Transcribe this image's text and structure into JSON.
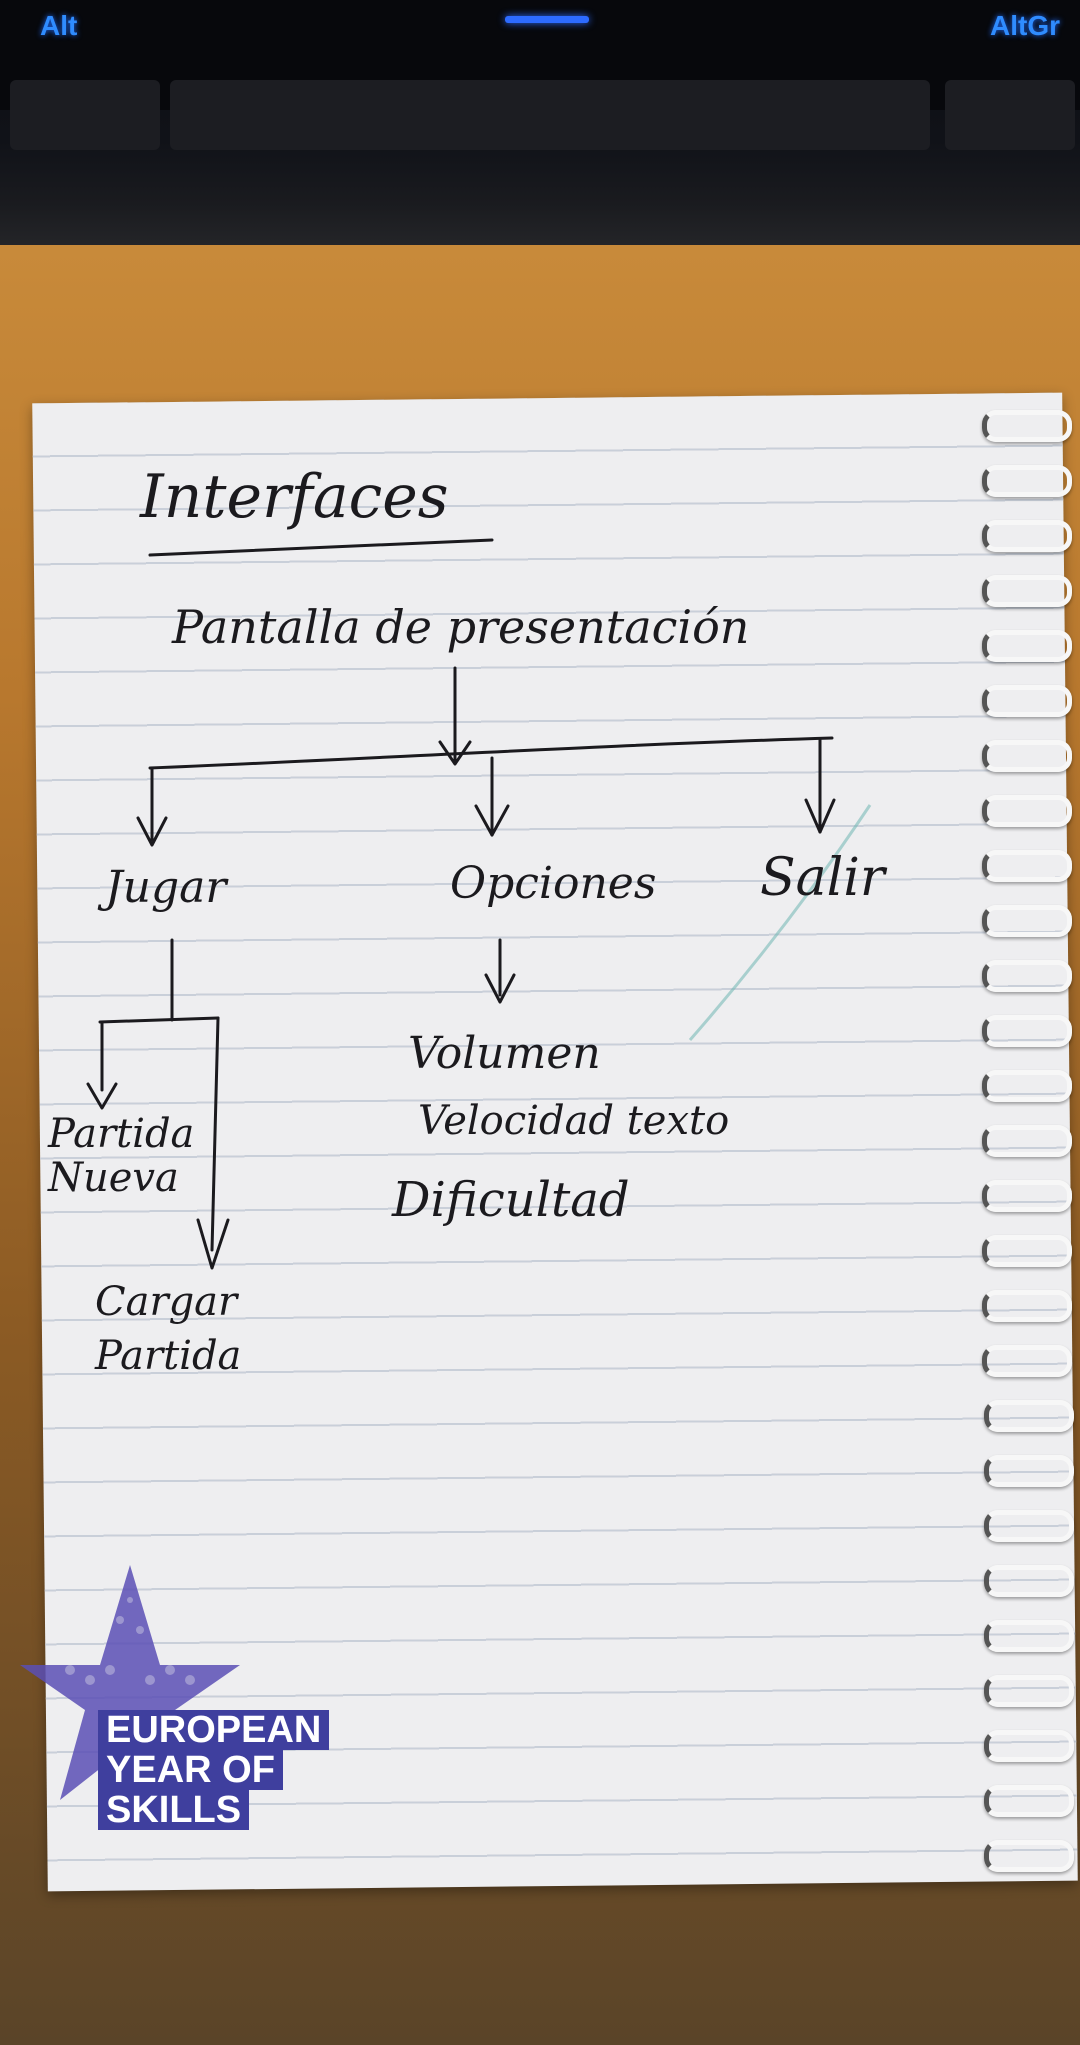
{
  "keyboard": {
    "left_key": "Alt",
    "right_key": "AltGr"
  },
  "notes": {
    "title": "Interfaces",
    "root": "Pantalla de presentación",
    "branches": [
      {
        "label": "Jugar",
        "children": [
          "Partida Nueva",
          "Cargar Partida"
        ]
      },
      {
        "label": "Opciones",
        "children": [
          "Volumen",
          "Velocidad texto",
          "Dificultad"
        ]
      },
      {
        "label": "Salir",
        "children": []
      }
    ]
  },
  "logo": {
    "line1": "EUROPEAN",
    "line2": "YEAR OF",
    "line3": "SKILLS",
    "color": "#3f3f9e"
  }
}
